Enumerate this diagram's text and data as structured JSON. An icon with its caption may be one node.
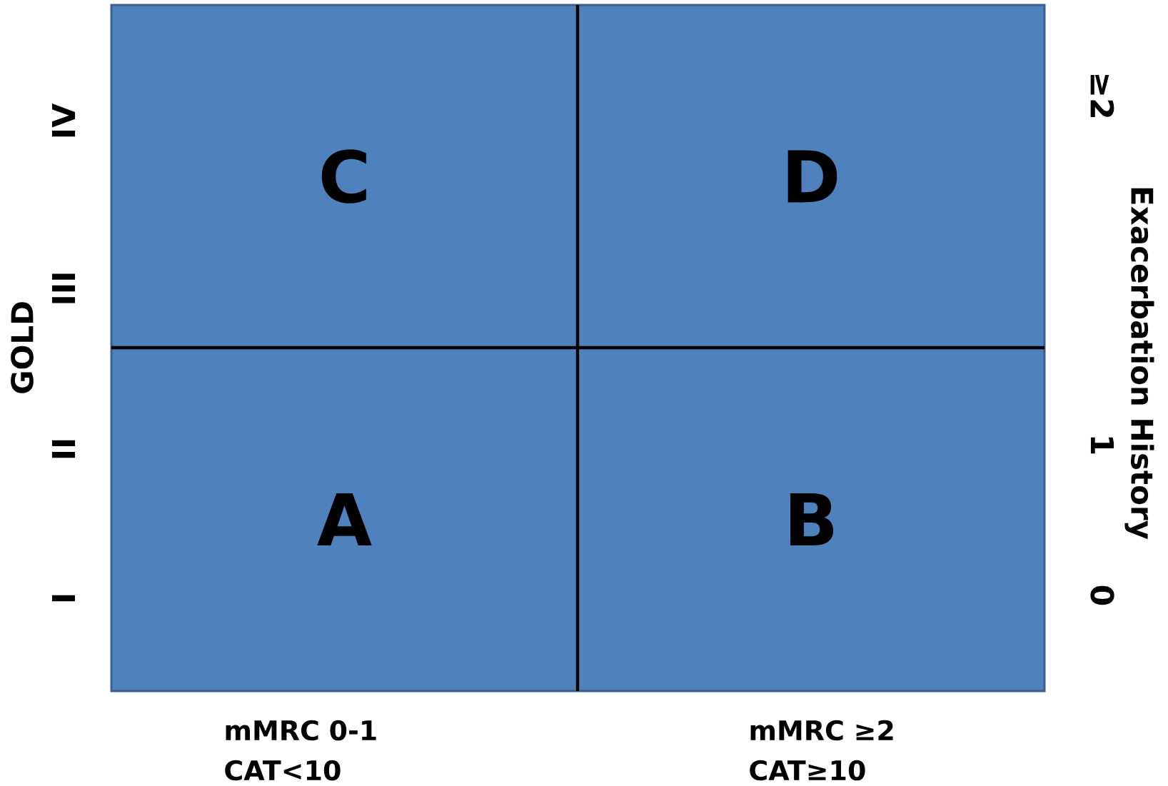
{
  "diagram": {
    "nodes": [
      {
        "text": [
          "C"
        ]
      },
      {
        "text": [
          "D"
        ]
      },
      {
        "text": [
          "A"
        ]
      },
      {
        "text": [
          "B"
        ]
      }
    ],
    "labels": [
      "IV",
      "III",
      "GOLD",
      "II",
      "I",
      "≥2",
      "Exacerbation History",
      "1",
      "0",
      "mMRC 0-1 CAT<10",
      "mMRC ≥2 CAT≥10"
    ]
  }
}
